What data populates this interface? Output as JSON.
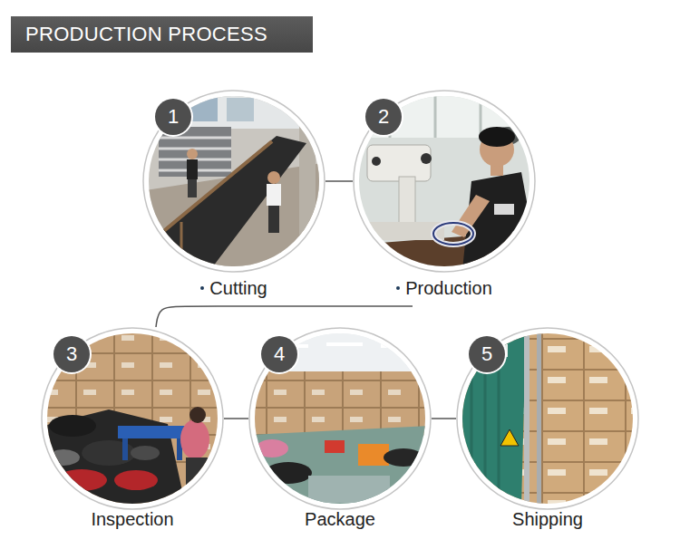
{
  "diagram": {
    "title": "PRODUCTION PROCESS",
    "nodes": [
      {
        "text": [
          "Cutting"
        ]
      },
      {
        "text": [
          "1"
        ],
        "in": 0
      },
      {
        "text": [
          "Production"
        ]
      },
      {
        "text": [
          "2"
        ],
        "in": 2
      },
      {
        "text": [
          "Inspection"
        ]
      },
      {
        "text": [
          "3"
        ],
        "in": 4
      },
      {
        "text": [
          "Package"
        ]
      },
      {
        "text": [
          "4"
        ],
        "in": 6
      },
      {
        "text": [
          "Shipping"
        ]
      },
      {
        "text": [
          "5"
        ],
        "in": 8
      }
    ],
    "edges": [
      {
        "from": 0,
        "to": 2,
        "arrow": "none"
      },
      {
        "from": 2,
        "to": 4,
        "arrow": "none"
      },
      {
        "from": 4,
        "to": 6,
        "arrow": "none"
      },
      {
        "from": 6,
        "to": 8,
        "arrow": "none"
      }
    ]
  }
}
